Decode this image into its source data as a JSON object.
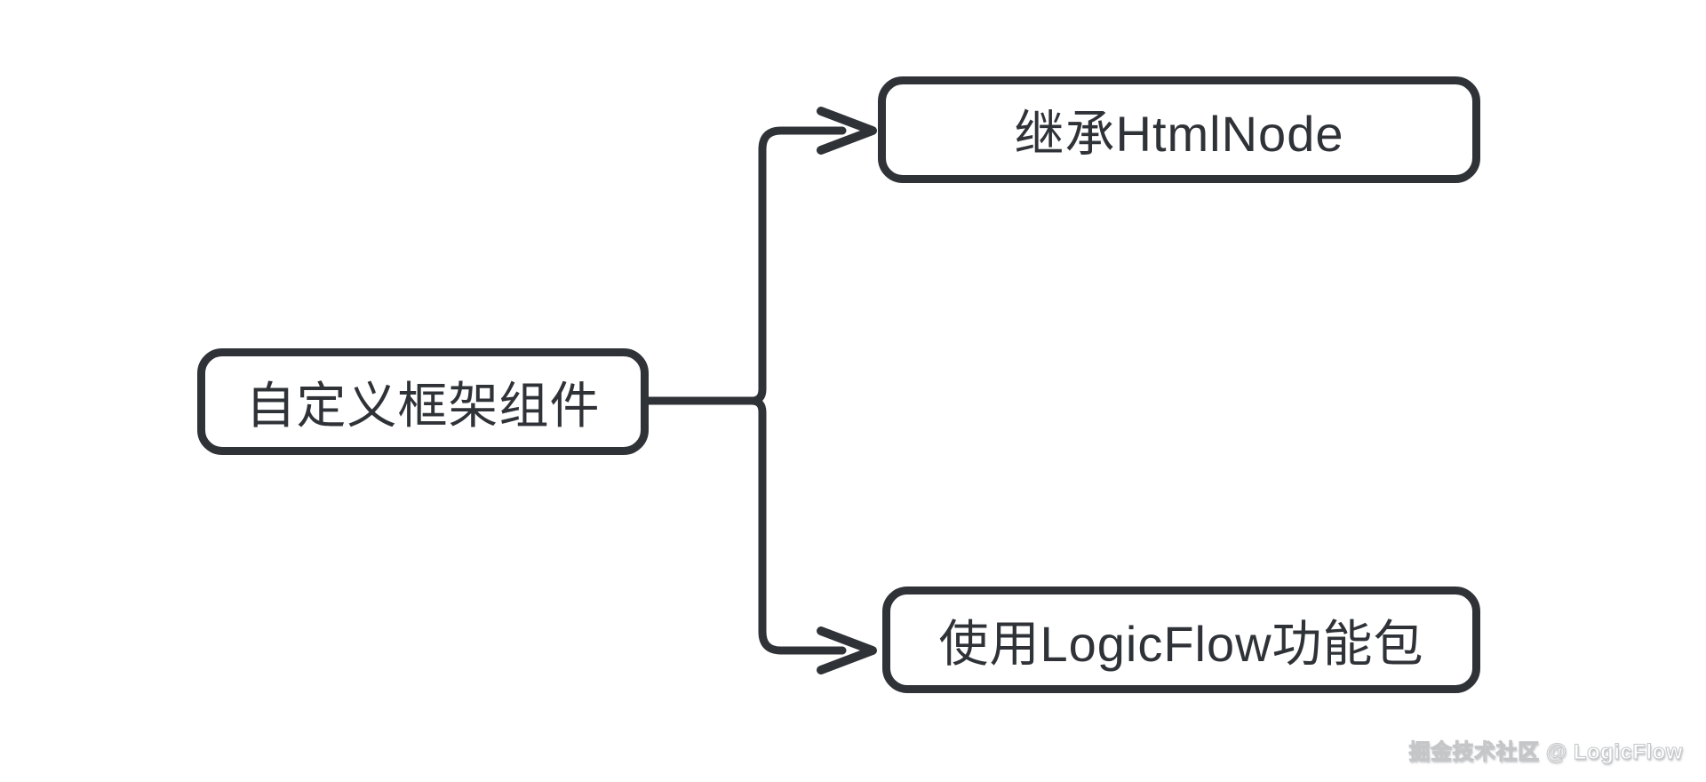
{
  "diagram": {
    "type": "mindmap",
    "root": {
      "label": "自定义框架组件"
    },
    "children": [
      {
        "label": "继承HtmlNode"
      },
      {
        "label": "使用LogicFlow功能包"
      }
    ],
    "colors": {
      "stroke": "#2f3338",
      "text": "#2f3338",
      "node_fill": "#ffffff",
      "background": "#ffffff",
      "watermark_fill": "#ffffff",
      "watermark_outline": "#c4c6c8"
    }
  },
  "watermark": {
    "text": "掘金技术社区 @ LogicFlow"
  }
}
